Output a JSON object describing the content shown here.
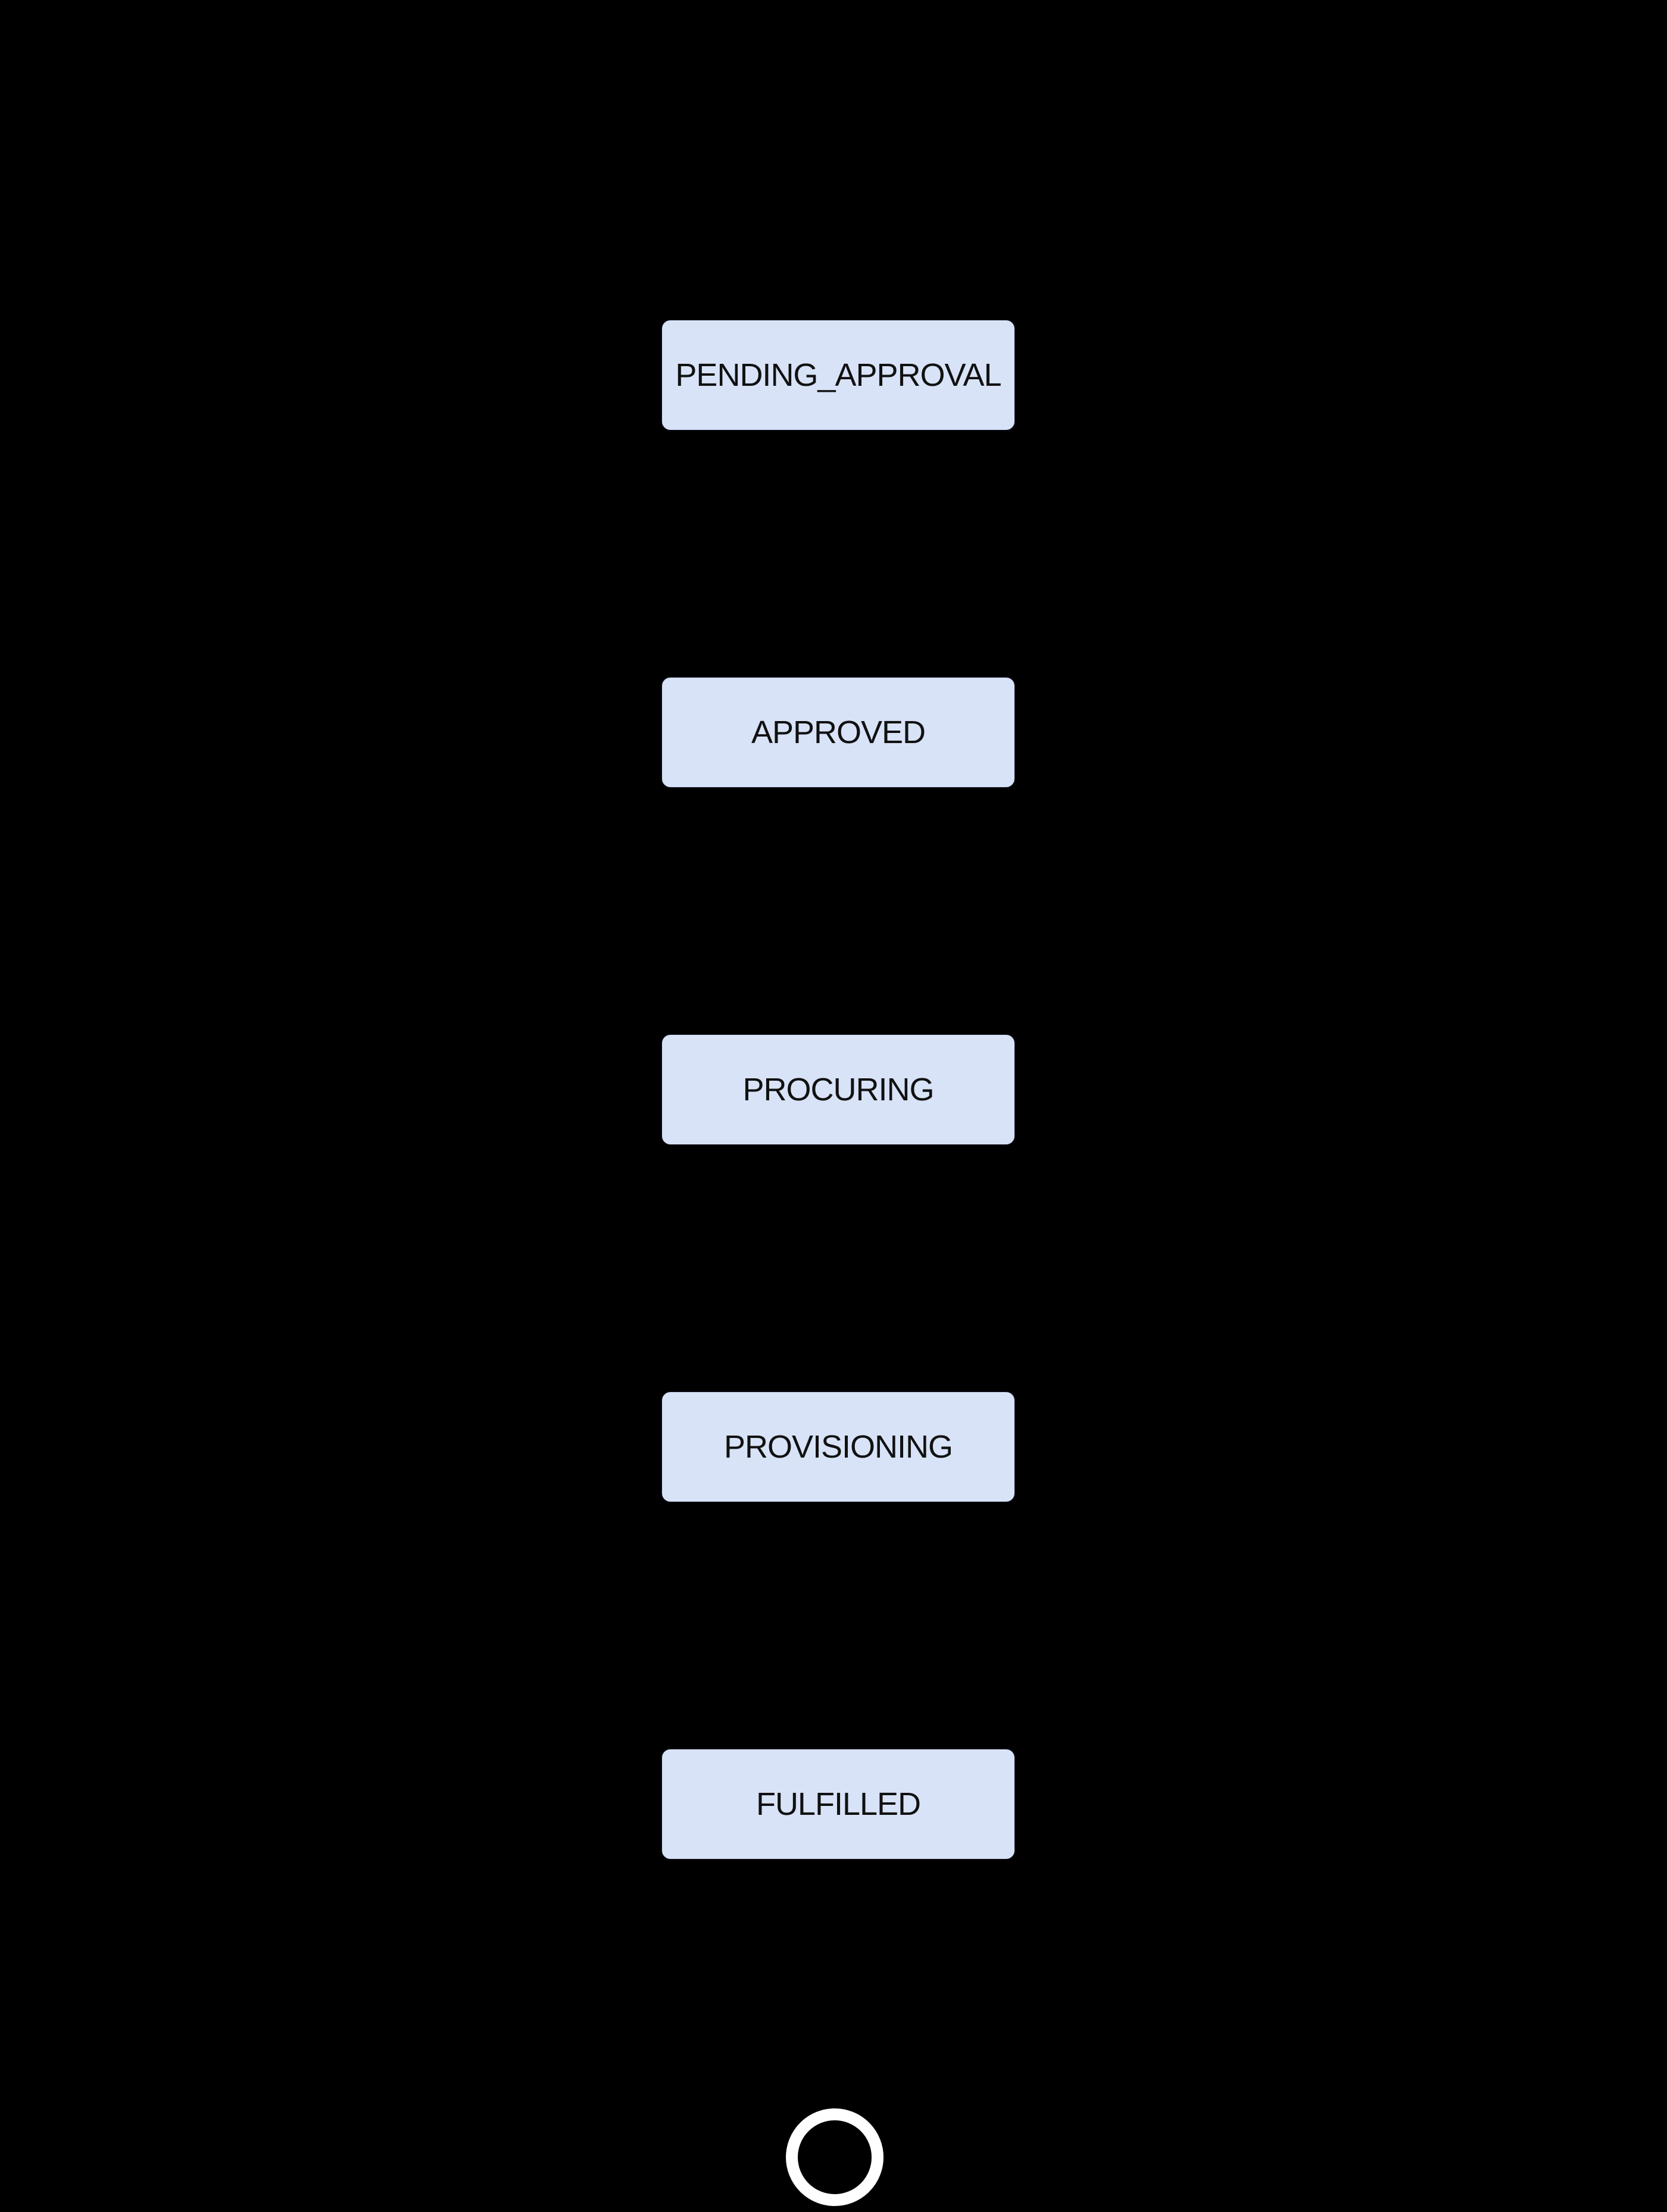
{
  "diagram": {
    "type": "state-machine-flow",
    "orientation": "vertical",
    "background_color": "#000000",
    "node_fill_color": "#d8e3f8",
    "node_text_color": "#111111",
    "final_ring_color": "#ffffff",
    "states": [
      {
        "label": "PENDING_APPROVAL"
      },
      {
        "label": "APPROVED"
      },
      {
        "label": "PROCURING"
      },
      {
        "label": "PROVISIONING"
      },
      {
        "label": "FULFILLED"
      }
    ],
    "end_state": {
      "kind": "final-state-ring"
    }
  }
}
